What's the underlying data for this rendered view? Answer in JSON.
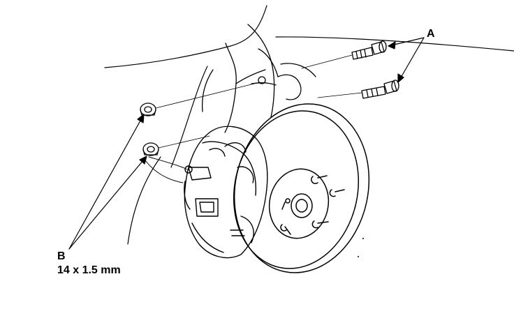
{
  "callouts": {
    "a_label": "A",
    "b_label": "B",
    "b_size": "14 x 1.5 mm"
  },
  "colors": {
    "line": "#000000",
    "background": "#ffffff"
  }
}
